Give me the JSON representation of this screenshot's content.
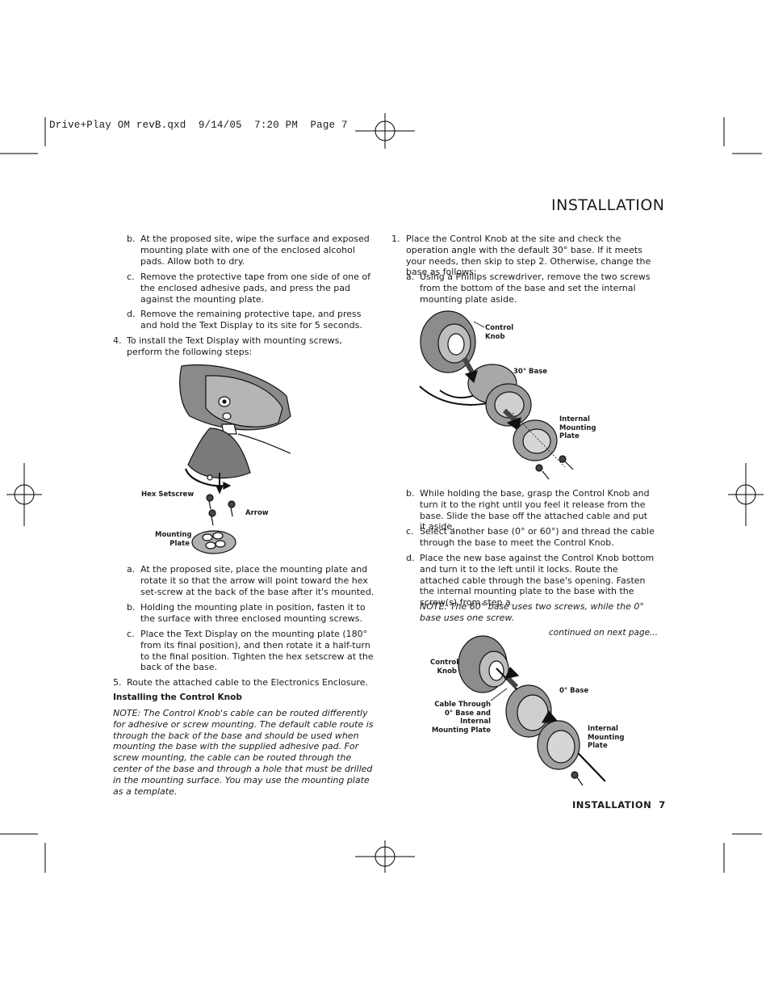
{
  "slug": "Drive+Play OM revB.qxd  9/14/05  7:20 PM  Page 7",
  "header": {
    "title": "INSTALLATION"
  },
  "left_column": {
    "step3_items": [
      {
        "marker": "b.",
        "text": "At the proposed site, wipe the surface and exposed mounting plate with one of the enclosed alcohol pads. Allow both to dry."
      },
      {
        "marker": "c.",
        "text": "Remove the protective tape from one side of one of the enclosed adhesive pads, and press the pad against the mounting plate."
      },
      {
        "marker": "d.",
        "text": "Remove the remaining protective tape, and press and hold the Text Display to its site for 5 seconds."
      }
    ],
    "step4": {
      "marker": "4.",
      "text": "To install the Text Display with mounting screws, perform the following steps:"
    },
    "figure1_labels": {
      "hex_setscrew": "Hex Setscrew",
      "arrow": "Arrow",
      "mounting_plate_1": "Mounting",
      "mounting_plate_2": "Plate"
    },
    "step4_items": [
      {
        "marker": "a.",
        "text": "At the proposed site, place the mounting plate and rotate it so that the arrow will point toward the hex set-screw at the back of the base after it's mounted."
      },
      {
        "marker": "b.",
        "text": "Holding the mounting plate in position, fasten it to the surface with three enclosed mounting screws."
      },
      {
        "marker": "c.",
        "text": "Place the Text Display on the mounting plate (180° from its final position), and then rotate it a half-turn to the final position. Tighten the hex setscrew at the back of the base."
      }
    ],
    "step5": {
      "marker": "5.",
      "text": "Route the attached cable to the Electronics Enclosure."
    },
    "subheading": "Installing the Control Knob",
    "note": "NOTE: The Control Knob's cable can be routed differently for adhesive or screw mounting. The default cable route is through the back of the base and should be used when mounting the base with the supplied adhesive pad. For screw mounting, the cable can be routed through the center of the base and through a hole that must be drilled in the mounting surface. You may use the mounting plate as a template."
  },
  "right_column": {
    "step1": {
      "marker": "1.",
      "text": "Place the Control Knob at the site and check the operation angle with the default 30° base. If it meets your needs, then skip to step 2. Otherwise, change the base as follows:"
    },
    "step1a": {
      "marker": "a.",
      "text": "Using a Phillips screwdriver, remove the two screws from the bottom of the base and set the internal mounting plate aside."
    },
    "figure2_labels": {
      "control_1": "Control",
      "control_2": "Knob",
      "base": "30° Base",
      "internal_1": "Internal",
      "internal_2": "Mounting",
      "internal_3": "Plate"
    },
    "step1_more": [
      {
        "marker": "b.",
        "text": "While holding the base, grasp the Control Knob and turn it to the right until you feel it release from the base. Slide the base off the attached cable and put it aside."
      },
      {
        "marker": "c.",
        "text": "Select another base (0° or 60°) and thread the cable through the base to meet the Control Knob."
      },
      {
        "marker": "d.",
        "text": "Place the new base against the Control Knob bottom and turn it to the left until it locks. Route the attached cable through the base's opening. Fasten the internal mounting plate to the base with the screw(s) from step a."
      }
    ],
    "note2": "NOTE: The 60° base uses two screws, while the 0° base uses one screw.",
    "continued": "continued on next page...",
    "figure3_labels": {
      "control_1": "Control",
      "control_2": "Knob",
      "base": "0° Base",
      "cable_1": "Cable Through",
      "cable_2": "0° Base and Internal",
      "cable_3": "Mounting Plate",
      "internal_1": "Internal",
      "internal_2": "Mounting",
      "internal_3": "Plate"
    }
  },
  "footer": {
    "label": "INSTALLATION  7"
  }
}
